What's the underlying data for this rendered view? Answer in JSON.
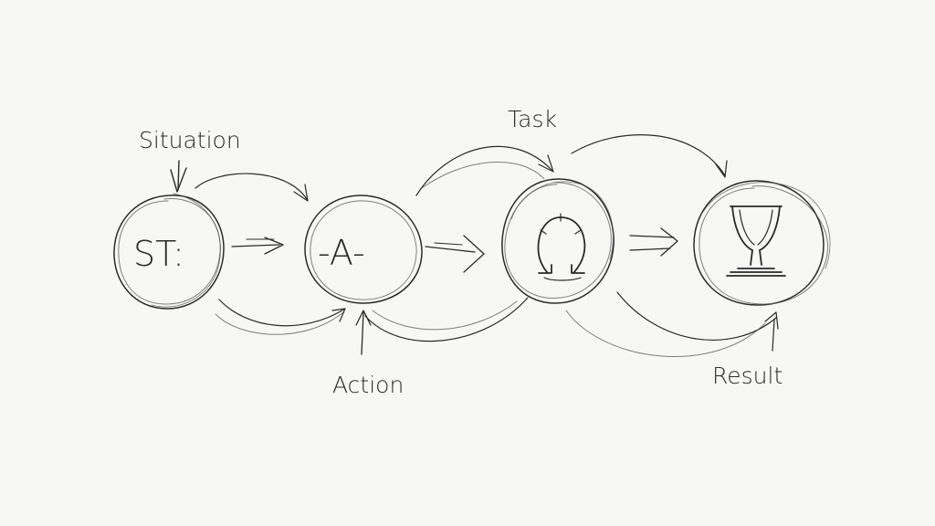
{
  "labels": {
    "situation": "Situation",
    "task": "Task",
    "action": "Action",
    "result": "Result"
  },
  "nodes": {
    "situation_node": "ST:",
    "action_node": "-A-"
  },
  "icons": {
    "task_node": "omega-icon",
    "result_node": "trophy-icon"
  },
  "colors": {
    "ink": "#2a2a2a",
    "paper": "#f7f7f6"
  }
}
